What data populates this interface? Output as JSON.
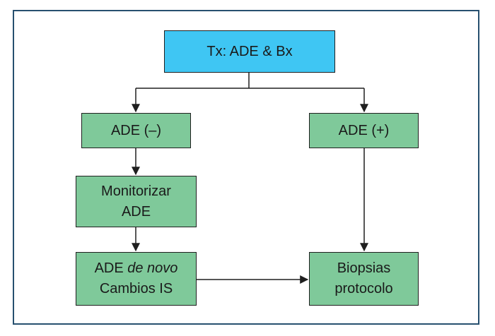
{
  "diagram": {
    "nodes": {
      "tx": {
        "lines": [
          "Tx: ADE & Bx"
        ]
      },
      "ade_neg": {
        "lines": [
          "ADE (–)"
        ]
      },
      "ade_pos": {
        "lines": [
          "ADE (+)"
        ]
      },
      "monitor": {
        "lines": [
          "Monitorizar",
          "ADE"
        ]
      },
      "ade_novo": {
        "line1_prefix": "ADE ",
        "line1_italic": "de novo",
        "line2": "Cambios IS"
      },
      "biopsias": {
        "lines": [
          "Biopsias",
          "protocolo"
        ]
      }
    },
    "edges": [
      {
        "from": "tx",
        "to": "ade_neg"
      },
      {
        "from": "tx",
        "to": "ade_pos"
      },
      {
        "from": "ade_neg",
        "to": "monitor"
      },
      {
        "from": "monitor",
        "to": "ade_novo"
      },
      {
        "from": "ade_pos",
        "to": "biopsias"
      },
      {
        "from": "ade_novo",
        "to": "biopsias"
      }
    ],
    "colors": {
      "top_node": "#3fc6f3",
      "node": "#7fc99a",
      "border": "#27506f",
      "line": "#1f1f1f"
    }
  }
}
